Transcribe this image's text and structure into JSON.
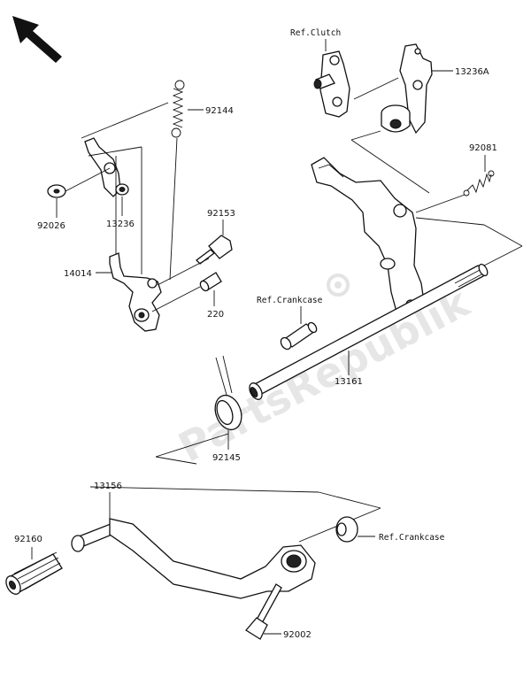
{
  "watermark": "PartsRepublik",
  "labels": {
    "ref_clutch": "Ref.Clutch",
    "p13236a": "13236A",
    "p92144": "92144",
    "p92081": "92081",
    "p92026": "92026",
    "p13236": "13236",
    "p92153": "92153",
    "p14014": "14014",
    "p220": "220",
    "ref_crankcase_1": "Ref.Crankcase",
    "p13161": "13161",
    "p92145": "92145",
    "p13156": "13156",
    "p92160": "92160",
    "ref_crankcase_2": "Ref.Crankcase",
    "p92002": "92002"
  },
  "colors": {
    "line": "#111111",
    "watermark": "#e6e6e6"
  }
}
